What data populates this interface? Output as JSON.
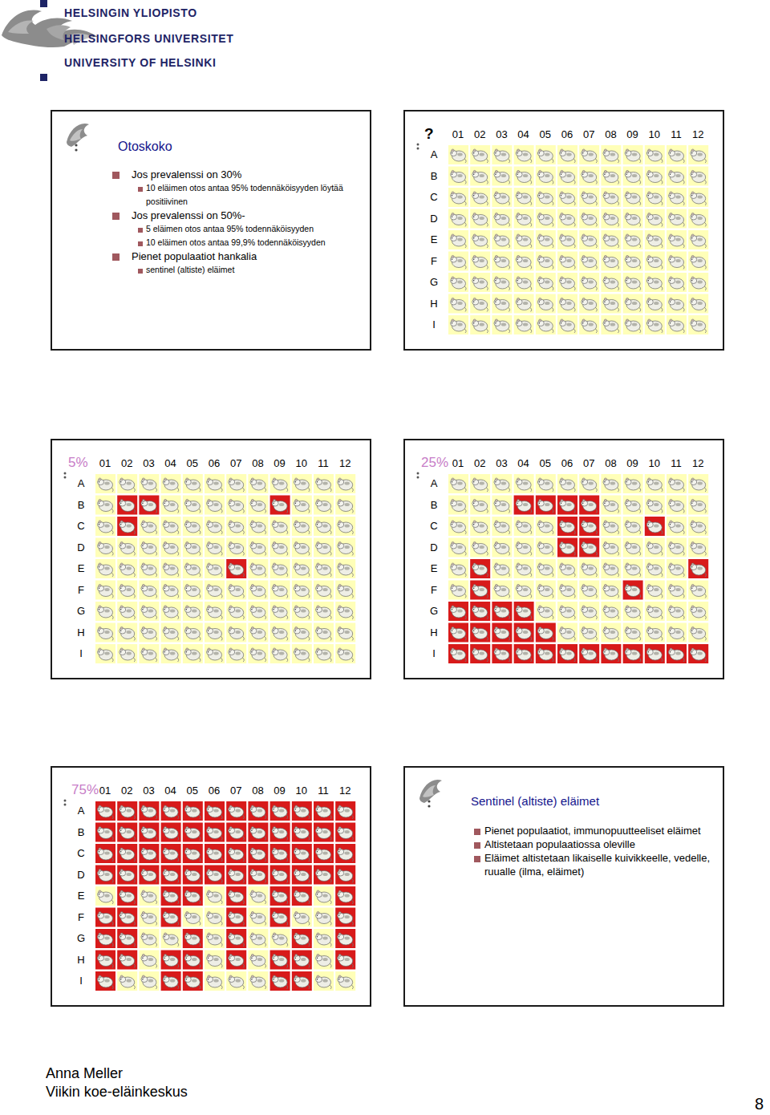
{
  "diagram": {
    "nodes": [
      {
        "text": [
          "Otoskoko",
          "Jos prevalenssi on 30%",
          "10 eläimen otos antaa 95% todennäköisyyden löytää positiivinen",
          "Jos prevalenssi on 50%-",
          "5 eläimen otos antaa 95% todennäköisyyden",
          "10 eläimen otos antaa 99,9% todennäköisyyden",
          "Pienet populaatiot hankalia",
          "sentinel (altiste) eläimet"
        ]
      },
      {
        "text": [
          "?",
          "01",
          "02",
          "03",
          "04",
          "05",
          "06",
          "07",
          "08",
          "09",
          "10",
          "11",
          "12",
          "A",
          "B",
          "C",
          "D",
          "E",
          "F",
          "G",
          "H",
          "I"
        ]
      },
      {
        "text": [
          "5%",
          "01",
          "02",
          "03",
          "04",
          "05",
          "06",
          "07",
          "08",
          "09",
          "10",
          "11",
          "12",
          "A",
          "B",
          "C",
          "D",
          "E",
          "F",
          "G",
          "H",
          "I"
        ]
      },
      {
        "text": [
          "25%",
          "01",
          "02",
          "03",
          "04",
          "05",
          "06",
          "07",
          "08",
          "09",
          "10",
          "11",
          "12",
          "A",
          "B",
          "C",
          "D",
          "E",
          "F",
          "G",
          "H",
          "I"
        ]
      },
      {
        "text": [
          "75%",
          "01",
          "02",
          "03",
          "04",
          "05",
          "06",
          "07",
          "08",
          "09",
          "10",
          "11",
          "12",
          "A",
          "B",
          "C",
          "D",
          "E",
          "F",
          "G",
          "H",
          "I"
        ]
      },
      {
        "text": [
          "Sentinel (altiste) eläimet",
          "Pienet populaatiot, immunopuutteeliset eläimet",
          "Altistetaan populaatiossa oleville",
          "Eläimet altistetaan likaiselle kuivikkeelle, vedelle, ruualle (ilma, eläimet)"
        ]
      }
    ],
    "labels": [
      "HELSINGIN YLIOPISTO",
      "HELSINGFORS UNIVERSITET",
      "UNIVERSITY OF HELSINKI",
      "Anna Meller",
      "Viikin koe-eläinkeskus",
      "8"
    ]
  }
}
